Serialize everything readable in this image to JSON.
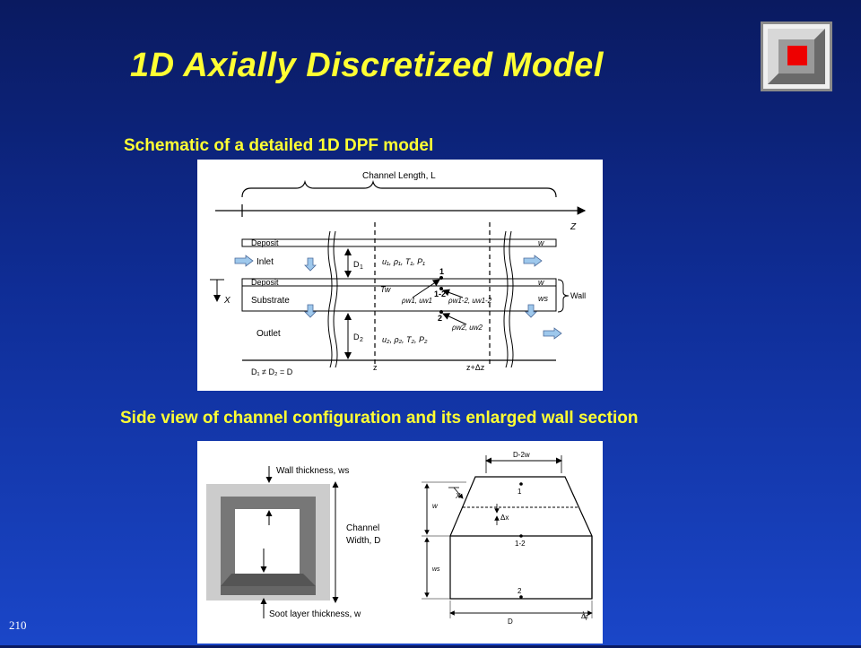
{
  "slide": {
    "title": "1D Axially Discretized Model",
    "page_number": "210"
  },
  "diagram1": {
    "caption": "Schematic of a detailed 1D DPF model",
    "channel_length": "Channel Length, L",
    "axis_z": "Z",
    "axis_x": "X",
    "deposit_top": "Deposit",
    "deposit_mid": "Deposit",
    "inlet": "Inlet",
    "substrate": "Substrate",
    "outlet": "Outlet",
    "d1": "D",
    "d1_sub": "1",
    "d2": "D",
    "d2_sub": "2",
    "d_relation": "D₁ ≠ D₂ = D",
    "inlet_vars": "u₁, ρ₁, T₁, P₁",
    "outlet_vars": "u₂, ρ₂, T₂, P₂",
    "tw": "Tw",
    "rho_w1": "ρw1, uw1",
    "rho_w12": "ρw1-2, uw1-2",
    "rho_w2": "ρw2, uw2",
    "pt1": "1",
    "pt12": "1-2",
    "pt2": "2",
    "w_top": "w",
    "w_mid": "w",
    "ws": "ws",
    "wall": "Wall",
    "z_left": "z",
    "z_right": "z+Δz"
  },
  "diagram2": {
    "caption": "Side view of channel configuration and its enlarged wall section",
    "wall_thickness": "Wall thickness, ws",
    "channel_width_1": "Channel",
    "channel_width_2": "Width, D",
    "soot_layer": "Soot layer thickness, w",
    "d_minus_2w": "D-2w",
    "d": "D",
    "x": "X",
    "w": "w",
    "ws": "ws",
    "dx": "Δx",
    "dz": "Δz",
    "pt1": "1",
    "pt12": "1-2",
    "pt2": "2"
  },
  "colors": {
    "title": "#ffff33",
    "background_top": "#0a1a60",
    "background_bottom": "#1a46c8",
    "arrow_fill": "#9ec8ec",
    "frame_gray": "#888888",
    "frame_dark": "#555555"
  }
}
